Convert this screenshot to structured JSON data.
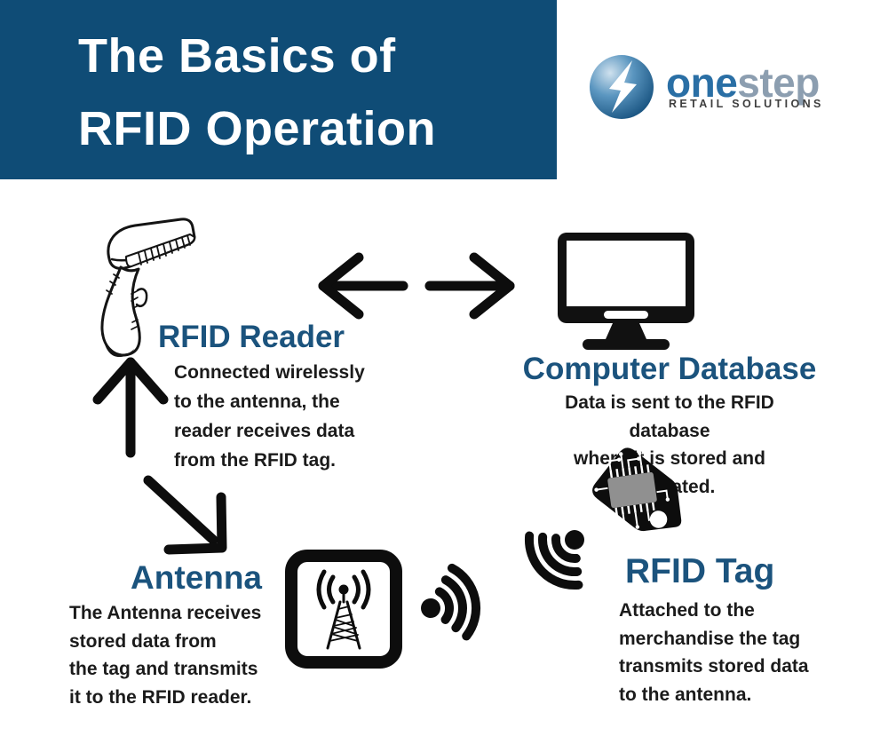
{
  "header": {
    "bg_color": "#0f4c76",
    "title": "The Basics of\nRFID Operation",
    "text_color": "#ffffff"
  },
  "logo": {
    "word_one": "one",
    "word_step": "step",
    "tagline": "RETAIL SOLUTIONS",
    "one_color": "#2a6fa5",
    "step_color": "#8c9eb0",
    "tagline_color": "#3f3f3f",
    "mark_icon": "onestep-sphere-logo-icon"
  },
  "colors": {
    "heading_blue": "#1b537d",
    "body_text": "#1b1b1b",
    "icon_black": "#0d0d0d",
    "chip_gray": "#909090",
    "page_bg": "#ffffff"
  },
  "sections": {
    "reader": {
      "title": "RFID Reader",
      "body": "Connected wirelessly\nto the antenna, the\nreader receives data\nfrom the RFID tag.",
      "icon": "barcode-scanner-sketch-icon"
    },
    "database": {
      "title": "Computer Database",
      "body": "Data is sent to the RFID database\nwhere it is stored and evaluated.",
      "icon": "computer-monitor-icon"
    },
    "antenna": {
      "title": "Antenna",
      "body": "The Antenna receives\nstored data from\nthe tag and transmits\nit to the RFID reader.",
      "icon": "antenna-tower-box-icon"
    },
    "tag": {
      "title": "RFID Tag",
      "body": "Attached to the\nmerchandise the tag\ntransmits stored data\nto the antenna.",
      "icon": "rfid-tag-icon"
    }
  },
  "arrows": {
    "between_reader_db_left": "arrow-left-icon",
    "between_reader_db_right": "arrow-right-icon",
    "antenna_to_reader": "arrow-up-icon",
    "reader_to_antenna": "arrow-down-right-icon",
    "antenna_signal": "wifi-signal-right-icon",
    "tag_signal": "wifi-signal-down-left-icon"
  }
}
